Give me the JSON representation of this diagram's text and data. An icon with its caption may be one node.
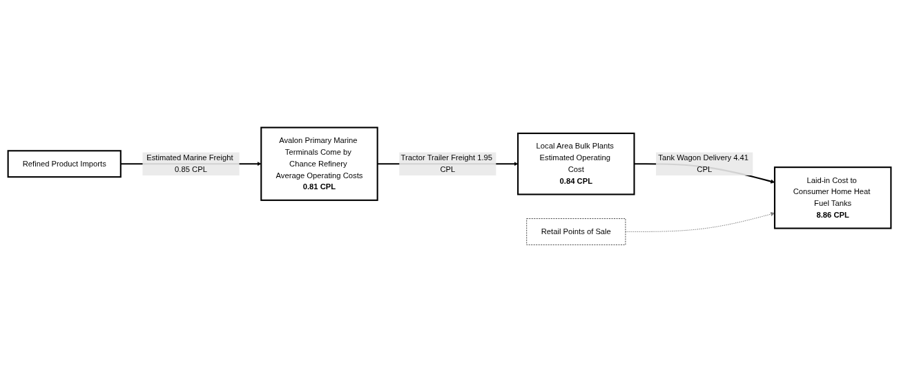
{
  "diagram": {
    "nodes": [
      {
        "text": [
          "Refined Product Imports"
        ]
      },
      {
        "text": [
          "Avalon Primary Marine Terminals Come by Chance Refinery Average Operating Costs",
          "0.81 CPL"
        ]
      },
      {
        "text": [
          "Local Area Bulk Plants Estimated Operating Cost",
          "0.84 CPL"
        ]
      },
      {
        "text": [
          "Laid-in Cost to Consumer Home Heat Fuel Tanks",
          "8.86 CPL"
        ]
      },
      {
        "text": [
          "Retail Points of Sale"
        ]
      }
    ],
    "edges": [
      {
        "from": 0,
        "to": 1,
        "arrow": "to",
        "label": "Estimated Marine Freight 0.85 CPL"
      },
      {
        "from": 1,
        "to": 2,
        "arrow": "to",
        "label": "Tractor Trailer Freight 1.95 CPL"
      },
      {
        "from": 2,
        "to": 3,
        "arrow": "to",
        "label": "Tank Wagon Delivery 4.41 CPL"
      },
      {
        "from": 4,
        "to": 3,
        "arrow": "to",
        "style": "dashed",
        "color": "#808080"
      }
    ]
  }
}
